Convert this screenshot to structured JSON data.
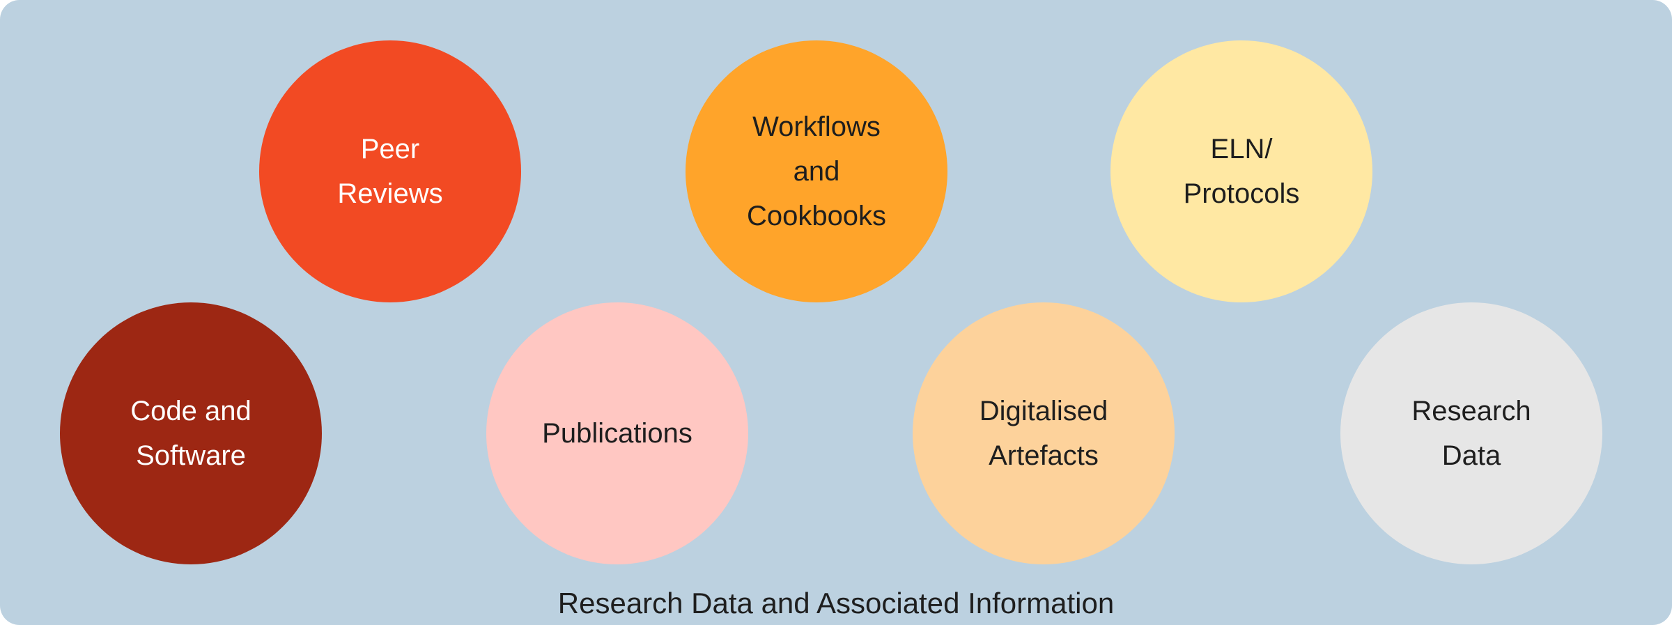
{
  "diagram": {
    "caption": "Research Data and Associated Information",
    "background_color": "#bcd1e0",
    "items": [
      {
        "label": "Peer\nReviews",
        "color": "#f24a23",
        "text_color": "#ffffff"
      },
      {
        "label": "Workflows\nand\nCookbooks",
        "color": "#ffa42a",
        "text_color": "#1e1e1e"
      },
      {
        "label": "ELN/\nProtocols",
        "color": "#ffe8a3",
        "text_color": "#1e1e1e"
      },
      {
        "label": "Code and\nSoftware",
        "color": "#9d2713",
        "text_color": "#ffffff"
      },
      {
        "label": "Publications",
        "color": "#ffc7c2",
        "text_color": "#1e1e1e"
      },
      {
        "label": "Digitalised\nArtefacts",
        "color": "#fdd29b",
        "text_color": "#1e1e1e"
      },
      {
        "label": "Research\nData",
        "color": "#e6e6e6",
        "text_color": "#1e1e1e"
      }
    ]
  }
}
